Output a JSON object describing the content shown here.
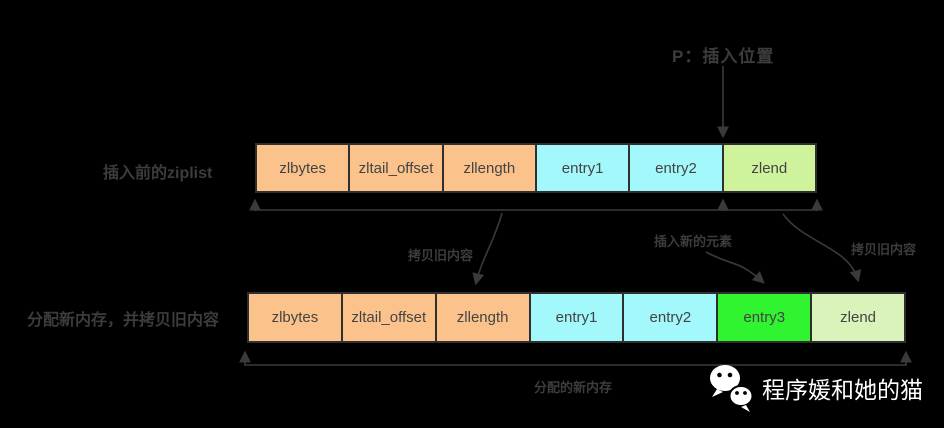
{
  "colors": {
    "background": "#000000",
    "header": "#fbc28c",
    "entry": "#a2f8fb",
    "new_entry": "#30f430",
    "zlend_old": "#cff29d",
    "zlend_new": "#daf3bb",
    "line": "#3a3a3a",
    "line-dark": "#2f2f2f",
    "label": "#3c3c3c",
    "watermark": "#ffffff"
  },
  "pointer": {
    "label": "P：插入位置"
  },
  "row_before": {
    "label": "插入前的ziplist",
    "cells": [
      {
        "label": "zlbytes",
        "type": "header"
      },
      {
        "label": "zltail_offset",
        "type": "header"
      },
      {
        "label": "zllength",
        "type": "header"
      },
      {
        "label": "entry1",
        "type": "entry"
      },
      {
        "label": "entry2",
        "type": "entry"
      },
      {
        "label": "zlend",
        "type": "zlend_old"
      }
    ]
  },
  "row_after": {
    "label": "分配新内存，并拷贝旧内容",
    "cells": [
      {
        "label": "zlbytes",
        "type": "header"
      },
      {
        "label": "zltail_offset",
        "type": "header"
      },
      {
        "label": "zllength",
        "type": "header"
      },
      {
        "label": "entry1",
        "type": "entry"
      },
      {
        "label": "entry2",
        "type": "entry"
      },
      {
        "label": "entry3",
        "type": "new_entry"
      },
      {
        "label": "zlend",
        "type": "zlend_new"
      }
    ]
  },
  "annotations": {
    "copy_old_left": "拷贝旧内容",
    "insert_new": "插入新的元素",
    "copy_old_right": "拷贝旧内容",
    "new_memory": "分配的新内存"
  },
  "watermark": {
    "text": "程序媛和她的猫",
    "icon": "wechat-icon"
  }
}
